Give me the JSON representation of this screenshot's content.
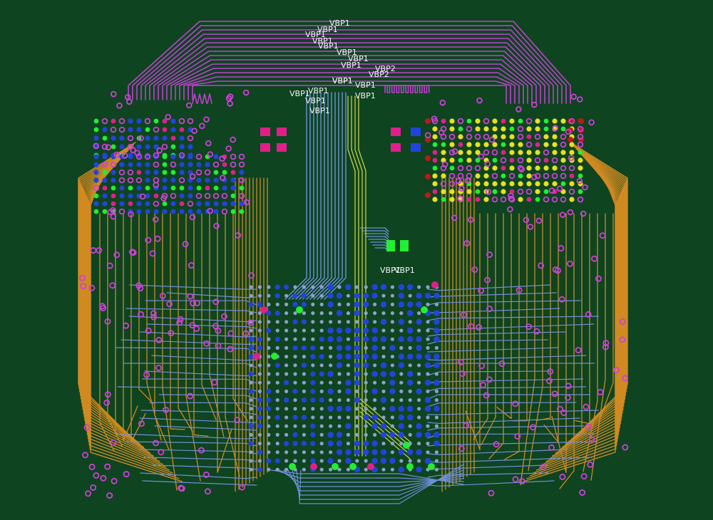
{
  "colors": {
    "background": "#0e4420",
    "trace_top": "#c040d0",
    "trace_inner": "#d08a20",
    "trace_bottom": "#6f8fd8",
    "trace_signal": "#c8d040",
    "pad_blue": "#2244dd",
    "pad_green": "#22ee33",
    "pad_magenta": "#e0208a",
    "via_ring": "#d040d8",
    "pad_yellow": "#e8e020",
    "pad_red": "#c01818",
    "label": "#f4f4f4"
  },
  "labels": [
    {
      "text": "VBP1"
    },
    {
      "text": "VBP1"
    },
    {
      "text": "VBP1"
    },
    {
      "text": "VBP1"
    },
    {
      "text": "VBP1"
    },
    {
      "text": "VBP1"
    },
    {
      "text": "VBP1"
    },
    {
      "text": "VBP1"
    },
    {
      "text": "VBP1"
    },
    {
      "text": "VBP2"
    },
    {
      "text": "VBP2"
    },
    {
      "text": "VBP1"
    },
    {
      "text": "VBP1"
    },
    {
      "text": "VBP1"
    },
    {
      "text": "VBP1"
    },
    {
      "text": "VBP1"
    },
    {
      "text": "VBP1"
    },
    {
      "text": "VBP1"
    },
    {
      "text": "VBP1"
    },
    {
      "text": "VBP1"
    }
  ]
}
